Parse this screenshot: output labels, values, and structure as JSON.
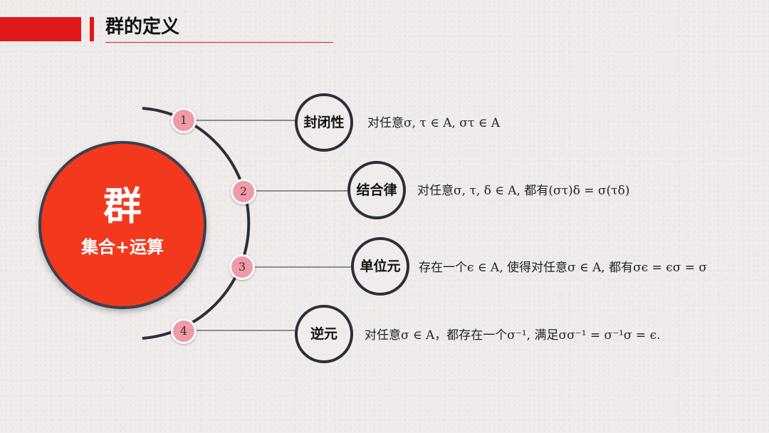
{
  "title": "群的定义",
  "center": {
    "title": "群",
    "subtitle": "集合+运算"
  },
  "items": [
    {
      "number": "1",
      "label": "封闭性",
      "description": "对任意σ, τ ∈ A, στ ∈ A"
    },
    {
      "number": "2",
      "label": "结合律",
      "description": "对任意σ, τ, δ ∈ A, 都有(στ)δ = σ(τδ)"
    },
    {
      "number": "3",
      "label": "单位元",
      "description": "存在一个ϵ ∈ A, 使得对任意σ ∈ A, 都有σϵ = ϵσ = σ"
    },
    {
      "number": "4",
      "label": "逆元",
      "description": "对任意σ ∈ A，都存在一个σ⁻¹, 满足σσ⁻¹ = σ⁻¹σ = ϵ."
    }
  ],
  "colors": {
    "accent": "#e1191b",
    "center_fill": "#f2391e",
    "badge": "#ef9aa6",
    "outline": "#2b2f3a"
  }
}
